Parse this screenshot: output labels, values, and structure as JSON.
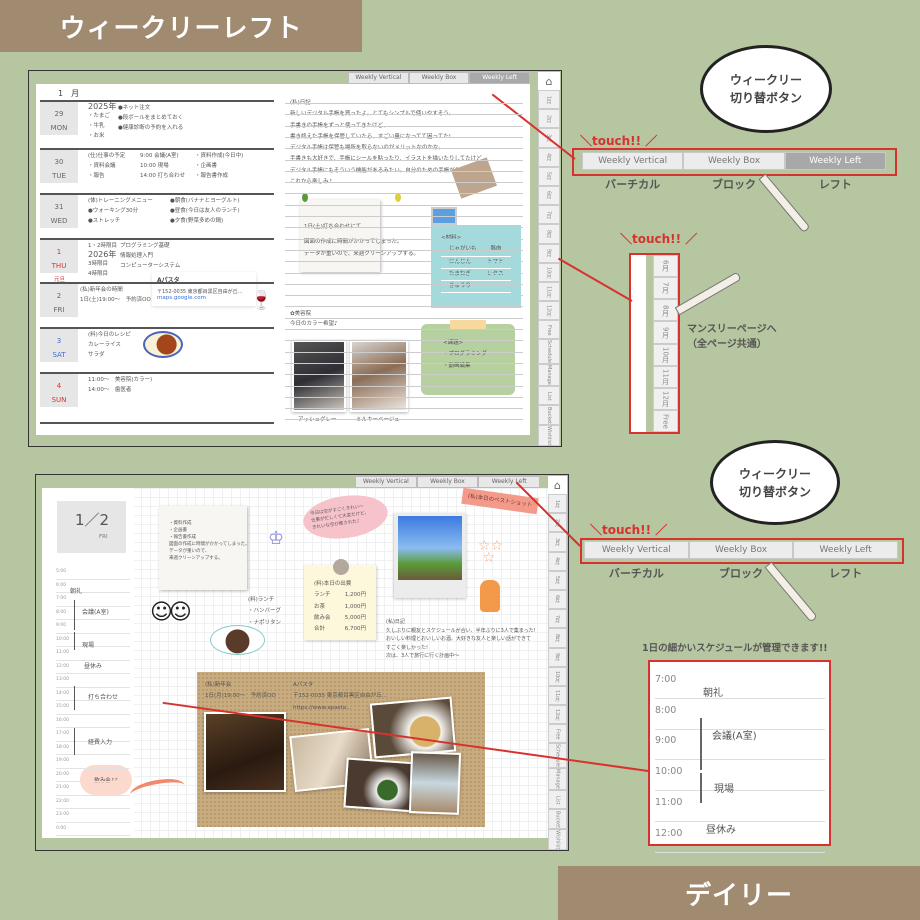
{
  "banners": {
    "top": "ウィークリーレフト",
    "bottom": "デイリー"
  },
  "colors": {
    "background": "#b5c6a0",
    "banner": "#a08a70",
    "accent_red": "#d8322e"
  },
  "switcher": {
    "tabs": [
      "Weekly Vertical",
      "Weekly Box",
      "Weekly Left"
    ],
    "labels": [
      "バーチカル",
      "ブロック",
      "レフト"
    ]
  },
  "side_tabs": {
    "home_icon": "home-icon",
    "tabs": [
      "1月",
      "2月",
      "3月",
      "4月",
      "5月",
      "6月",
      "7月",
      "8月",
      "9月",
      "10月",
      "11月",
      "12月",
      "Free",
      "Schedule",
      "Manage",
      "List",
      "Bucket",
      "Wishlist"
    ]
  },
  "weekly": {
    "month": "1　月",
    "days": [
      {
        "num": "29",
        "dow": "MON",
        "cols": [
          [
            "2025年",
            "・たまご",
            "・牛乳",
            "・お米"
          ],
          [
            "●ネット注文",
            "●段ボールをまとめておく",
            "●健康診断の予約を入れる"
          ]
        ]
      },
      {
        "num": "30",
        "dow": "TUE",
        "cols": [
          [
            "(仕)仕事の予定",
            "・資料会議",
            "・報告"
          ],
          [
            "9:00 会議(A室)",
            "10:00 現場",
            "14:00 打ち合わせ"
          ],
          [
            "・資料作成(今日中)",
            "・企画書",
            "・報告書作成"
          ]
        ]
      },
      {
        "num": "31",
        "dow": "WED",
        "cols": [
          [
            "(体)トレーニングメニュー",
            "●ウォーキング30分",
            "●ストレッチ"
          ],
          [
            "●朝食(バナナとヨーグルト)",
            "●昼食(今日は友人のランチ)",
            "●夕食(野菜多めの鍋)"
          ]
        ]
      },
      {
        "num": "1",
        "dow": "THU",
        "holiday": "元旦",
        "cols": [
          [
            "1・2時限目",
            "2026年",
            "3時限目",
            "4時限目"
          ],
          [
            "プログラミング基礎",
            "情報処理入門",
            "コンピューターシステム"
          ]
        ]
      },
      {
        "num": "2",
        "dow": "FRI",
        "cols": [
          [
            "(私)新年会の時間",
            "1日(土)19:00〜　予約済OO"
          ]
        ]
      },
      {
        "num": "3",
        "dow": "SAT",
        "cols": [
          [
            "(料)今日のレシピ",
            "カレーライス",
            "サラダ"
          ]
        ]
      },
      {
        "num": "4",
        "dow": "SUN",
        "cols": [
          [
            "11:00〜　美容院(カラー)",
            "",
            "14:00〜　歯医者"
          ]
        ]
      }
    ],
    "map_card": {
      "title": "Aパスタ",
      "address": "〒152-0035 東京都目黒区自由が丘…",
      "link": "maps.google.com"
    },
    "diary": [
      "(私)日記",
      "新しいデジタル手帳を買ったよ。とてもシンプルで使いやすそう。",
      "手書きの手帳をずっと使ってきたけど、",
      "書き終えた手帳を保管していたら、すごい量になってて困ってた!",
      "デジタル手帳は保管も場所を取らないのがメリットなのかな。",
      "手書きも大好きで、手帳にシールを貼ったり、イラストを描いたりしてたけど、",
      "デジタル手帳にもそういう機能があるみたい。自分のための手帳が作れそうで",
      "これから楽しみ♪"
    ],
    "memo": [
      "1日(土)打ち合わせにて",
      "図面の作成に時間がかかってしまった。",
      "データが重いので、来週クリーンアップする。"
    ],
    "materials": {
      "title": "<材料>",
      "items": [
        [
          "じゃがいも",
          "豚肉"
        ],
        [
          "にんじん",
          "トマト"
        ],
        [
          "たまねぎ",
          "レタス"
        ],
        [
          "きゅうり",
          ""
        ]
      ]
    },
    "salon": {
      "title": "✿美容院",
      "sub": "今日のカラー希望♪",
      "captions": [
        "アッシュグレー",
        "ミルキーベージュ"
      ]
    },
    "task": {
      "title": "<課題>",
      "items": [
        "・プログラミング",
        "・動画編集"
      ]
    }
  },
  "callouts": {
    "bubble": [
      "ウィークリー",
      "切り替ボタン"
    ],
    "touch": "＼touch!! ／",
    "monthly": [
      "マンスリーページへ",
      "（全ページ共通）"
    ],
    "daily_caption": "1日の細かいスケジュールが管理できます!!"
  },
  "daily": {
    "date": "1／2",
    "dow": "FRI",
    "times": [
      "5:00",
      "6:00",
      "7:00",
      "8:00",
      "9:00",
      "10:00",
      "11:00",
      "12:00",
      "13:00",
      "14:00",
      "15:00",
      "16:00",
      "17:00",
      "18:00",
      "19:00",
      "20:00",
      "21:00",
      "22:00",
      "23:00",
      "0:00"
    ],
    "events": [
      {
        "label": "朝礼"
      },
      {
        "label": "会議(A室)"
      },
      {
        "label": "現場"
      },
      {
        "label": "昼休み"
      },
      {
        "label": "打ち合わせ"
      },
      {
        "label": "経費入力"
      }
    ],
    "cloud": "飲み会♪♪",
    "note": [
      "・資料作成",
      "・企画書",
      "・報告書作成",
      "",
      "図面の作成に時間がかかってしまった。",
      "データが重いので、",
      "来週クリーンアップする。"
    ],
    "lunch": [
      "(料)ランチ",
      "・ハンバーグ",
      "・ナポリタン"
    ],
    "speech": [
      "今日は空がすごくきれい〜",
      "仕事が忙しくて大変だけど、",
      "きれいな空が癒された♪"
    ],
    "ribbon": "(私)本日のベストショット",
    "expenses": {
      "title": "(料)本日の出費",
      "rows": [
        [
          "ランチ",
          "1,200円"
        ],
        [
          "お茶",
          "1,000円"
        ],
        [
          "飲み会",
          "5,000円"
        ],
        [
          "合計",
          "6,700円"
        ]
      ]
    },
    "diary": [
      "(私)日記",
      "久しぶりに親友とスケジュールが合い、半年ぶりに3人で集まった!",
      "おいしい料理とおいしいお酒、大好きな友人と楽しい話ができて",
      "すごく楽しかった!",
      "次は、3人で旅行に行く計画中〜"
    ],
    "party": {
      "left": [
        "(私)新年会",
        "1日(月)19:00〜　予約済OO"
      ],
      "right": [
        "Aパスタ",
        "〒152-0035 東京都目黒区自由が丘…",
        "https://www.apasta..."
      ]
    },
    "zoom_box": {
      "times": [
        "7:00",
        "8:00",
        "9:00",
        "10:00",
        "11:00",
        "12:00"
      ],
      "events": [
        "朝礼",
        "会議(A室)",
        "現場",
        "昼休み"
      ]
    }
  }
}
